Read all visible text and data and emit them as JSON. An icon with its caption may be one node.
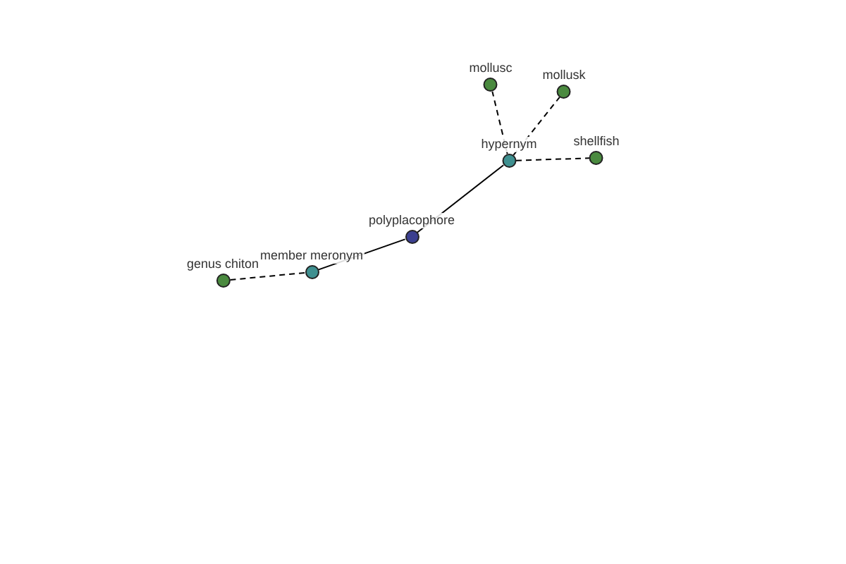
{
  "diagram": {
    "nodes": [
      {
        "text": [
          "polyplacophore"
        ]
      },
      {
        "text": [
          "hypernym"
        ]
      },
      {
        "text": [
          "mollusc"
        ]
      },
      {
        "text": [
          "mollusk"
        ]
      },
      {
        "text": [
          "shellfish"
        ]
      },
      {
        "text": [
          "member meronym"
        ]
      },
      {
        "text": [
          "genus chiton"
        ]
      }
    ],
    "edges": [
      {
        "from": 0,
        "to": 1,
        "arrow": "none"
      },
      {
        "from": 1,
        "to": 2,
        "arrow": "none",
        "style": "dashed"
      },
      {
        "from": 1,
        "to": 3,
        "arrow": "none",
        "style": "dashed"
      },
      {
        "from": 1,
        "to": 4,
        "arrow": "none",
        "style": "dashed"
      },
      {
        "from": 0,
        "to": 5,
        "arrow": "none"
      },
      {
        "from": 5,
        "to": 6,
        "arrow": "none",
        "style": "dashed"
      }
    ]
  }
}
